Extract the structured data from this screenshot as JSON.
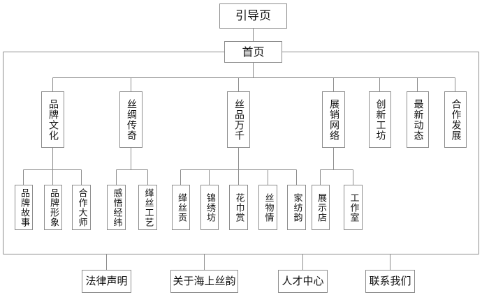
{
  "diagram": {
    "type": "sitemap-tree",
    "title_node": "引导页",
    "root": "首页",
    "colors": {
      "box_border": "#8c8c8c",
      "connector": "#8c8c8c",
      "background": "#ffffff",
      "text": "#111111"
    },
    "nodes": {
      "landing": "引导页",
      "home": "首页",
      "brand_culture": "品牌文化",
      "silk_legend": "丝绸传奇",
      "silk_products": "丝品万千",
      "sales_network": "展销网络",
      "innovation_studio": "创新工坊",
      "latest_news": "最新动态",
      "cooperation": "合作发展",
      "brand_story": "品牌故事",
      "brand_image": "品牌形象",
      "master_coop": "合作大师",
      "insight": "感悟经纬",
      "kesi_craft": "缂丝工艺",
      "kesi_tribute": "缂丝贡",
      "brocade_shop": "锦绣坊",
      "scarf_view": "花巾赏",
      "silk_feeling": "丝物情",
      "home_textile": "家纺韵",
      "showroom": "展示店",
      "workshop": "工作室",
      "legal": "法律声明",
      "about": "关于海上丝韵",
      "talent": "人才中心",
      "contact": "联系我们"
    },
    "footer_items": [
      "法律声明",
      "关于海上丝韵",
      "人才中心",
      "联系我们"
    ],
    "level2_items": [
      "品牌文化",
      "丝绸传奇",
      "丝品万千",
      "展销网络",
      "创新工坊",
      "最新动态",
      "合作发展"
    ],
    "level3_groups": [
      {
        "parent": "品牌文化",
        "children": [
          "品牌故事",
          "品牌形象",
          "合作大师"
        ]
      },
      {
        "parent": "丝绸传奇",
        "children": [
          "感悟经纬",
          "缂丝工艺"
        ]
      },
      {
        "parent": "丝品万千",
        "children": [
          "缂丝贡",
          "锦绣坊",
          "花巾赏",
          "丝物情",
          "家纺韵"
        ]
      },
      {
        "parent": "展销网络",
        "children": [
          "展示店",
          "工作室"
        ]
      }
    ]
  }
}
